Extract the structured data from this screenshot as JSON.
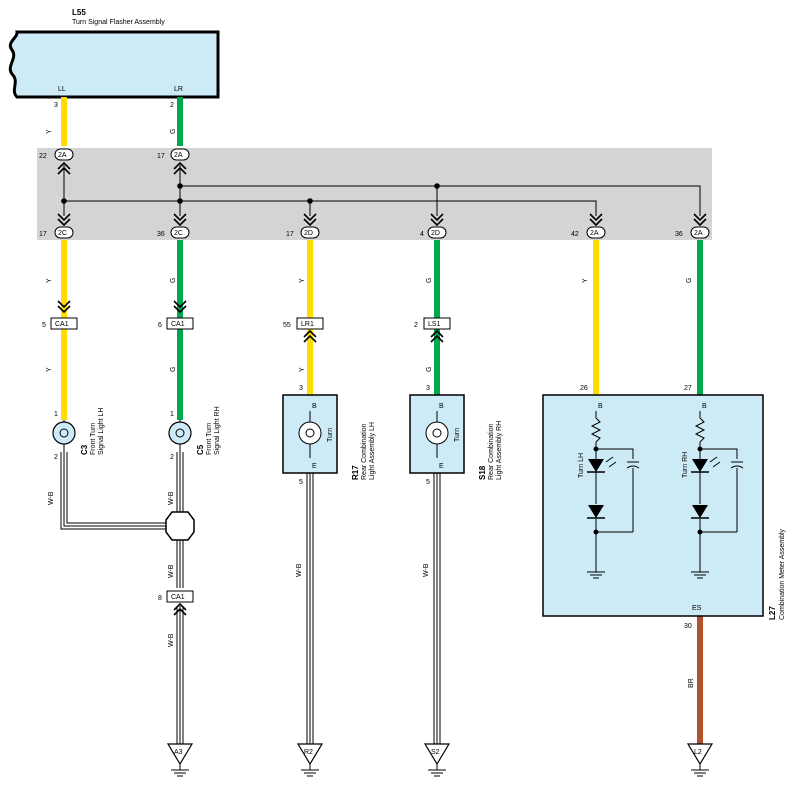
{
  "flasher": {
    "id": "L55",
    "name": "Turn Signal Flasher Assembly",
    "pin_ll_label": "LL",
    "pin_lr_label": "LR",
    "pin_ll_no": "3",
    "pin_lr_no": "2"
  },
  "connectors": {
    "top_left": {
      "pin": "22",
      "name": "2A"
    },
    "top_right": {
      "pin": "17",
      "name": "2A"
    },
    "row": [
      {
        "pin": "17",
        "name": "2C"
      },
      {
        "pin": "36",
        "name": "2C"
      },
      {
        "pin": "17",
        "name": "2D"
      },
      {
        "pin": "4",
        "name": "2D"
      },
      {
        "pin": "42",
        "name": "2A"
      },
      {
        "pin": "36",
        "name": "2A"
      }
    ],
    "ca1_left": {
      "pin": "5",
      "name": "CA1"
    },
    "ca1_right": {
      "pin": "6",
      "name": "CA1"
    },
    "lr1": {
      "pin": "55",
      "name": "LR1"
    },
    "ls1": {
      "pin": "2",
      "name": "LS1"
    },
    "ca1_ground": {
      "pin": "8",
      "name": "CA1"
    }
  },
  "wires": {
    "yellow": "Y",
    "green": "G",
    "white_black": "W-B",
    "brown": "BR"
  },
  "colors": {
    "yellow": "#FFDD00",
    "green": "#00A650",
    "brown": "#B0522D",
    "component_fill": "#CDEBF7",
    "junction_box": "#D3D4D6"
  },
  "front_lh": {
    "id": "C3",
    "line1": "Front Turn",
    "line2": "Signal Light LH",
    "pin_top": "1",
    "pin_bottom": "2"
  },
  "front_rh": {
    "id": "C5",
    "line1": "Front Turn",
    "line2": "Signal Light RH",
    "pin_top": "1",
    "pin_bottom": "2"
  },
  "rear_lh": {
    "id": "R17",
    "line1": "Rear Combination",
    "line2": "Light Assembly LH",
    "pin_top": "3",
    "pin_bottom": "5",
    "terminal_top": "B",
    "terminal_bottom": "E",
    "lamp": "Turn"
  },
  "rear_rh": {
    "id": "S18",
    "line1": "Rear Combination",
    "line2": "Light Assembly RH",
    "pin_top": "3",
    "pin_bottom": "5",
    "terminal_top": "B",
    "terminal_bottom": "E",
    "lamp": "Turn"
  },
  "meter": {
    "id": "L27",
    "name": "Combination Meter Assembly",
    "pin_left": "26",
    "pin_right": "27",
    "terminal_left": "B",
    "terminal_right": "B",
    "indicator_left": "Turn LH",
    "indicator_right": "Turn RH",
    "terminal_bottom": "ES",
    "pin_bottom": "30"
  },
  "grounds": [
    "A3",
    "R2",
    "S2",
    "L2"
  ]
}
